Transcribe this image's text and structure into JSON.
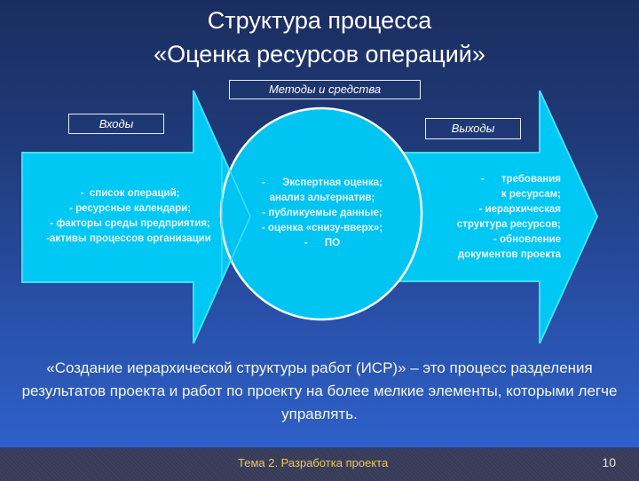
{
  "title": {
    "line1": "Структура процесса",
    "line2": "«Оценка ресурсов операций»"
  },
  "diagram": {
    "methods": {
      "label": "Методы и средства",
      "items": "-      Экспертная оценка;\nанализ альтернатив;\n- публикуемые данные;\n- оценка «снизу-вверх»;\n-      ПО"
    },
    "inputs": {
      "label": "Входы",
      "items": " -  список операций;\n - ресурсные календари;\n - факторы среды предприятия;\n-активы процессов организации"
    },
    "outputs": {
      "label": "Выходы",
      "items": "-      требования\nк ресурсам;\n- иерархическая\nструктура ресурсов;\n- обновление\nдокументов проекта"
    },
    "colors": {
      "arrow_fill": "#00c8f5",
      "arrow_border": "#3fe0ff",
      "circle_border": "#ffffff"
    }
  },
  "definition": "«Создание иерархической структуры работ (ИСР)» – это процесс разделения результатов проекта и работ по проекту на более мелкие элементы, которыми легче управлять.",
  "footer": {
    "topic": "Тема 2. Разработка проекта",
    "page_number": "10"
  }
}
